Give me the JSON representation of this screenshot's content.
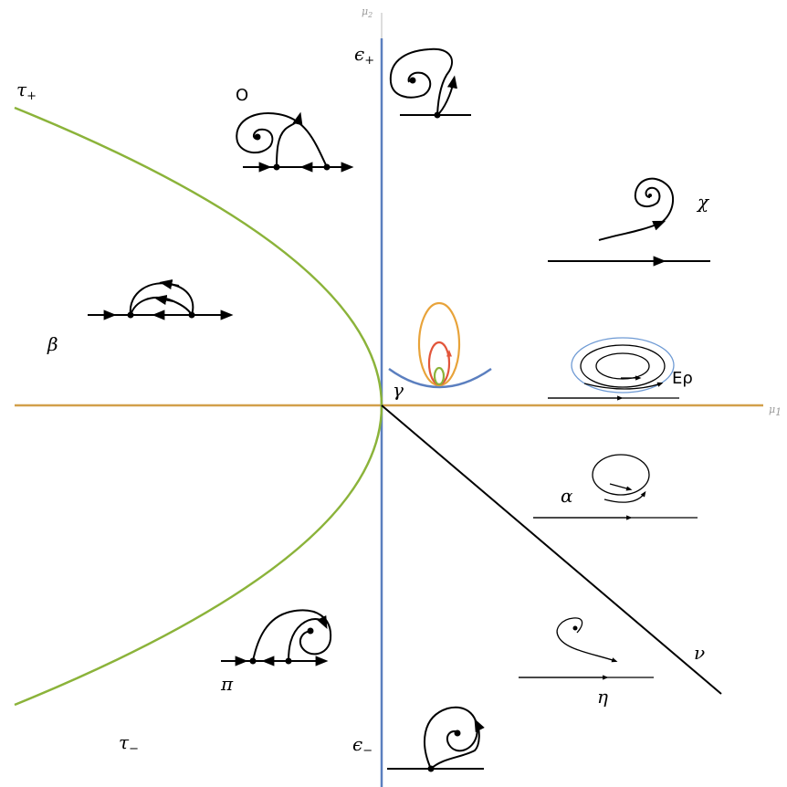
{
  "axes": {
    "x_label": "μ",
    "x_sub": "1",
    "y_label": "μ",
    "y_sub": "2",
    "axis_color": "#d2a04a",
    "vaxis_color": "#bbbbbb"
  },
  "curves": {
    "tau_color": "#8bb33a",
    "epsilon_color": "#5b7fbf",
    "nu_color": "#000000"
  },
  "labels": {
    "tau_plus": "τ",
    "tau_plus_sub": "+",
    "tau_minus": "τ",
    "tau_minus_sub": "−",
    "eps_plus": "ϵ",
    "eps_plus_sub": "+",
    "eps_minus": "ϵ",
    "eps_minus_sub": "−",
    "o": "O",
    "beta": "β",
    "chi": "χ",
    "gamma": "γ",
    "erho": "Eρ",
    "alpha": "α",
    "nu": "ν",
    "eta": "η",
    "pi": "π"
  },
  "gamma_loop_colors": [
    "#e8a33a",
    "#e2553a",
    "#8bb33a"
  ]
}
